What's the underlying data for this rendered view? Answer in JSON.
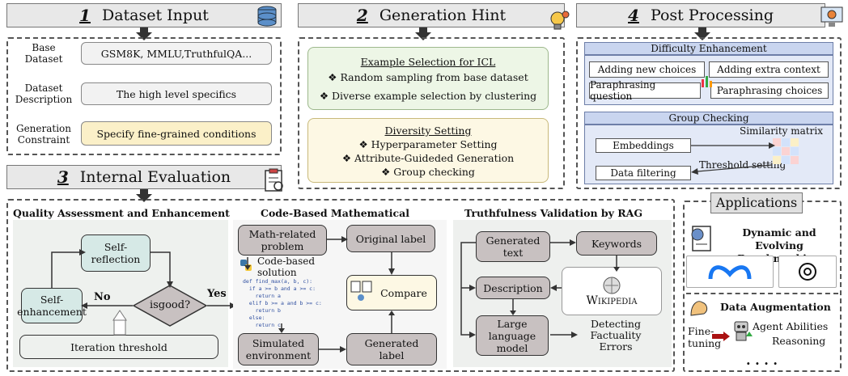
{
  "sec1": {
    "num": "1",
    "title": "Dataset Input",
    "rows": [
      {
        "label": "Base\nDataset",
        "value": "GSM8K, MMLU,TruthfulQA..."
      },
      {
        "label": "Dataset\nDescription",
        "value": "The high level specifics"
      },
      {
        "label": "Generation\nConstraint",
        "value": "Specify fine-grained conditions"
      }
    ]
  },
  "sec2": {
    "num": "2",
    "title": "Generation Hint",
    "icl": {
      "title": "Example Selection for ICL",
      "items": [
        "❖ Random sampling from base dataset",
        "❖ Diverse example selection by clustering"
      ]
    },
    "div": {
      "title": "Diversity Setting",
      "items": [
        "❖ Hyperparameter Setting",
        "❖ Attribute-Guideded Generation",
        "❖ Group checking"
      ]
    }
  },
  "sec4": {
    "num": "4",
    "title": "Post Processing",
    "difficulty": {
      "title": "Difficulty Enhancement",
      "items": [
        "Adding new choices",
        "Adding extra context",
        "Paraphrasing question",
        "Paraphrasing choices"
      ]
    },
    "group": {
      "title": "Group Checking",
      "similarity": "Similarity matrix",
      "embeddings": "Embeddings",
      "filtering": "Data filtering",
      "threshold": "Threshold setting"
    }
  },
  "sec3": {
    "num": "3",
    "title": "Internal Evaluation",
    "quality": {
      "title": "Quality Assessment and Enhancement",
      "reflection": "Self-\nreflection",
      "enhancement": "Self-\nenhancement",
      "decision": "isgood?",
      "no": "No",
      "yes": "Yes",
      "threshold": "Iteration threshold"
    },
    "math": {
      "title": "Code-Based Mathematical",
      "problem": "Math-related\nproblem",
      "original": "Original label",
      "solution": "Code-based\nsolution",
      "compare": "Compare",
      "simulated": "Simulated\nenvironment",
      "generated": "Generated\nlabel",
      "code": "def find_max(a, b, c):\n  if a >= b and a >= c:\n    return a\n  elif b >= a and b >= c:\n    return b\n  else:\n    return c"
    },
    "rag": {
      "title": "Truthfulness Validation by RAG",
      "gen_text": "Generated\ntext",
      "keywords": "Keywords",
      "description": "Description",
      "wiki": "Wikipedia",
      "llm": "Large\nlanguage\nmodel",
      "detect": "Detecting\nFactuality\nErrors"
    }
  },
  "apps": {
    "title": "Applications",
    "bench": "Dynamic and Evolving\nBenchmarking",
    "aug": "Data Augmentation",
    "fine": "Fine-\ntuning",
    "agent": "Agent Abilities",
    "reasoning": "Reasoning",
    "more": ". . . ."
  },
  "colors": {
    "header_bg": "#e8e8e8",
    "pp_head": "#c9d5ef",
    "teal": "#d6e9e6",
    "grey_box": "#c8c1c1"
  }
}
